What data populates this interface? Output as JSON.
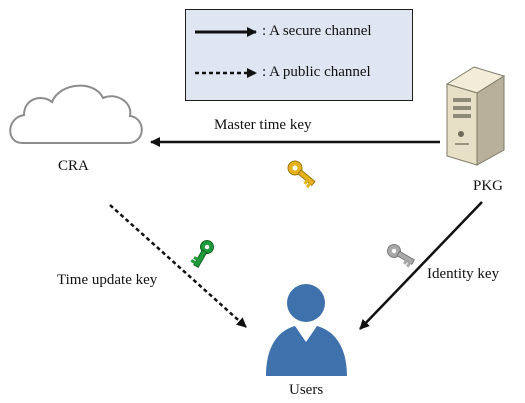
{
  "legend": {
    "secure": ": A secure channel",
    "public": ": A public channel"
  },
  "nodes": {
    "cra": "CRA",
    "pkg": "PKG",
    "users": "Users"
  },
  "edges": {
    "master_time_key": "Master time key",
    "time_update_key": "Time update key",
    "identity_key": "Identity key"
  },
  "colors": {
    "legend_bg": "#dfe6f2",
    "user": "#3f72ad",
    "cloud_stroke": "#8c8c8c",
    "key_gold": "#e3b21c",
    "key_green": "#1f9a3a",
    "key_gray": "#a9a9a9",
    "server_body": "#e8e0c6"
  }
}
